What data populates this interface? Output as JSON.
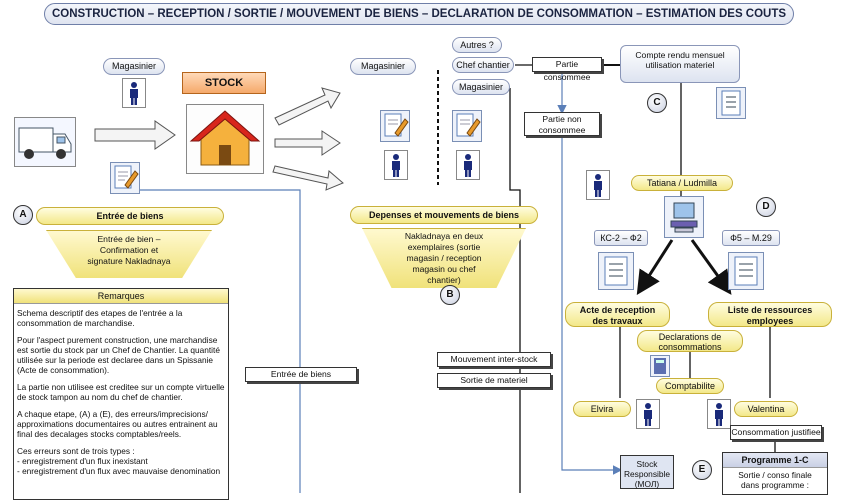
{
  "title": "CONSTRUCTION – RECEPTION / SORTIE / MOUVEMENT DE BIENS – DECLARATION DE CONSOMMATION – ESTIMATION DES COUTS",
  "left": {
    "magasinier": "Magasinier",
    "stock": "STOCK",
    "circle_a": "A",
    "entree_title": "Entrée de biens",
    "entree_desc": "Entrée de bien – Confirmation et signature Nakladnaya",
    "entree_box": "Entrée de biens"
  },
  "remarks": {
    "header": "Remarques",
    "paragraphs": [
      "Schema descriptif des etapes de l'entrée a la consommation de marchandise.",
      "Pour l'aspect purement construction, une marchandise est sortie du stock par un Chef de Chantier. La quantité utilisée sur la periode est declaree dans un Spissanie (Acte de consommation).",
      "La partie non utilisee est creditee sur un compte virtuelle de stock tampon au nom du chef de chantier.",
      "A chaque etape, (A) a (E), des erreurs/imprecisions/ approximations documentaires ou autres entrainent au final des decalages stocks comptables/reels.",
      "Ces erreurs sont de trois types :\n- enregistrement d'un flux inexistant\n- enregistrement d'un flux avec mauvaise denomination"
    ]
  },
  "middle": {
    "magasinier": "Magasinier",
    "autres": "Autres ?",
    "chef_chantier": "Chef chantier",
    "magasinier2": "Magasinier",
    "depenses_title": "Depenses et mouvements de biens",
    "depenses_desc": "Nakladnaya en deux exemplaires (sortie magasin / reception magasin ou chef chantier)",
    "circle_b": "B",
    "mouvement": "Mouvement inter-stock",
    "sortie": "Sortie de materiel",
    "partie_consommee": "Partie consommee",
    "partie_non": "Partie non consommee",
    "stock_responsible": "Stock Responsible (МОЛ)"
  },
  "right": {
    "compte_rendu": "Compte rendu mensuel utilisation materiel",
    "circle_c": "C",
    "tatiana": "Tatiana / Ludmilla",
    "circle_d": "D",
    "ks2": "КС-2 – Ф2",
    "f5": "Ф5 – М.29",
    "acte": "Acte de reception des travaux",
    "liste": "Liste de ressources employees",
    "declarations": "Declarations de consommations",
    "comptabilite": "Comptabilite",
    "elvira": "Elvira",
    "valentina": "Valentina",
    "consommation": "Consommation justifiee",
    "circle_e": "E",
    "programme": "Programme 1-C",
    "programme_desc": "Sortie / conso finale dans programme :"
  }
}
